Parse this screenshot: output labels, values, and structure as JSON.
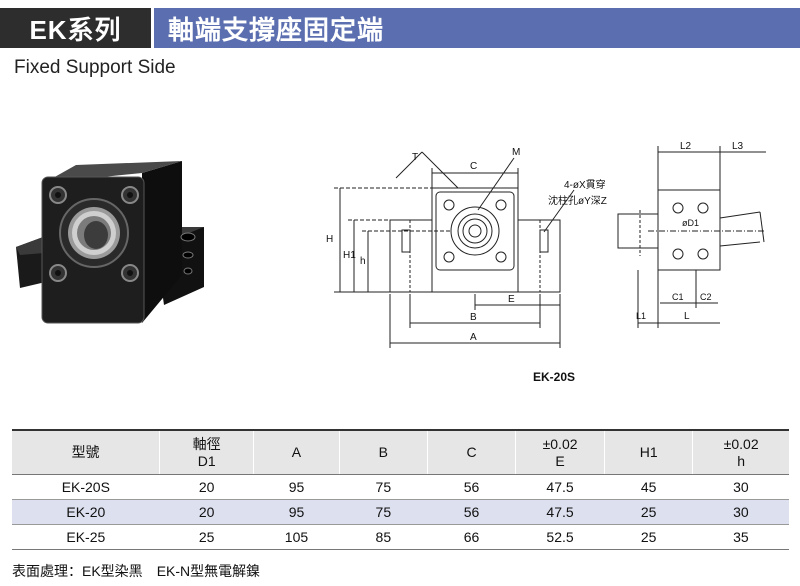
{
  "header": {
    "series_label": "EK系列",
    "title": "軸端支撐座固定端"
  },
  "subtitle": "Fixed Support Side",
  "drawing": {
    "label": "EK-20S",
    "dims": {
      "H": "H",
      "H1": "H1",
      "h": "h",
      "A": "A",
      "B": "B",
      "C": "C",
      "E": "E",
      "T": "T",
      "M": "M",
      "L": "L",
      "L1": "L1",
      "L2": "L2",
      "L3": "L3",
      "C1": "C1",
      "C2": "C2",
      "D1": "øD1"
    },
    "note_line1": "4-øX貫穿",
    "note_line2": "沈柱孔øY深Z"
  },
  "table": {
    "headers": [
      {
        "line1": "型號",
        "line2": ""
      },
      {
        "line1": "軸徑",
        "line2": "D1"
      },
      {
        "line1": "A",
        "line2": ""
      },
      {
        "line1": "B",
        "line2": ""
      },
      {
        "line1": "C",
        "line2": ""
      },
      {
        "line1": "±0.02",
        "line2": "E"
      },
      {
        "line1": "H1",
        "line2": ""
      },
      {
        "line1": "±0.02",
        "line2": "h"
      }
    ],
    "rows": [
      [
        "EK-20S",
        "20",
        "95",
        "75",
        "56",
        "47.5",
        "45",
        "30"
      ],
      [
        "EK-20",
        "20",
        "95",
        "75",
        "56",
        "47.5",
        "25",
        "30"
      ],
      [
        "EK-25",
        "25",
        "105",
        "85",
        "66",
        "52.5",
        "25",
        "35"
      ]
    ]
  },
  "footer": {
    "label": "表面處理：",
    "item1": "EK型染黑",
    "item2": "EK-N型無電解鎳"
  },
  "colors": {
    "header_dark": "#2d2d2d",
    "header_blue": "#5b6fb0",
    "row_highlight": "#dde0ef",
    "table_header_bg": "#e6e6e6"
  }
}
